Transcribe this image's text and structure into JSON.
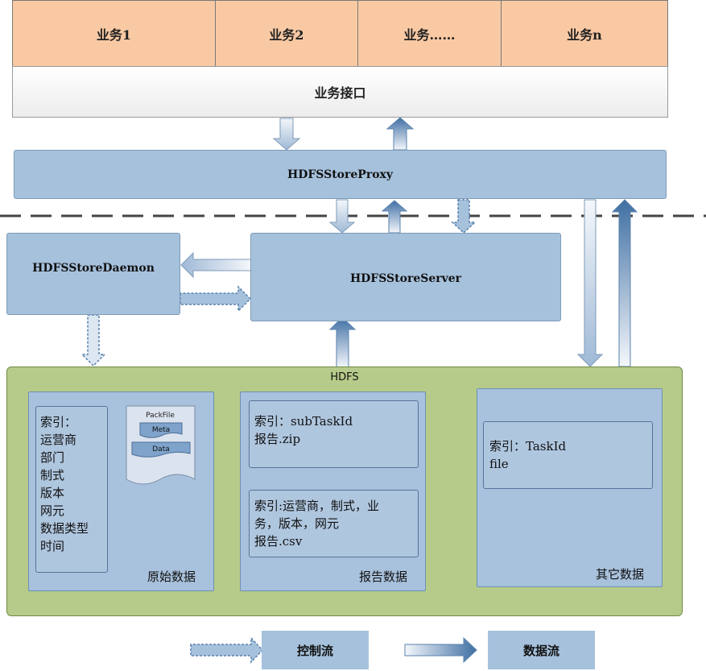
{
  "business": {
    "items": [
      "业务1",
      "业务2",
      "业务……",
      "业务n"
    ],
    "interface_label": "业务接口"
  },
  "proxy_label": "HDFSStoreProxy",
  "daemon_label": "HDFSStoreDaemon",
  "server_label": "HDFSStoreServer",
  "hdfs": {
    "title": "HDFS",
    "raw": {
      "index_lines": [
        "索引：",
        "运营商",
        "部门",
        "制式",
        "版本",
        "网元",
        "数据类型",
        "时间"
      ],
      "packfile_title": "PackFile",
      "packfile_meta": "Meta",
      "packfile_data": "Data",
      "caption": "原始数据"
    },
    "report": {
      "box1_lines": [
        "索引：subTaskId",
        "报告.zip"
      ],
      "box2_lines": [
        "索引:运营商，制式，业",
        "务，版本，网元",
        "报告.csv"
      ],
      "caption": "报告数据"
    },
    "other": {
      "box_lines": [
        "索引：TaskId",
        "file"
      ],
      "caption": "其它数据"
    }
  },
  "legend": {
    "control_label": "控制流",
    "data_label": "数据流"
  },
  "colors": {
    "business": "#f8c9a3",
    "component_blue": "#a6c1dc",
    "hdfs_green": "#b6cb89",
    "arrow_dark": "#3f6fa3",
    "arrow_light": "#e9f0f8"
  }
}
